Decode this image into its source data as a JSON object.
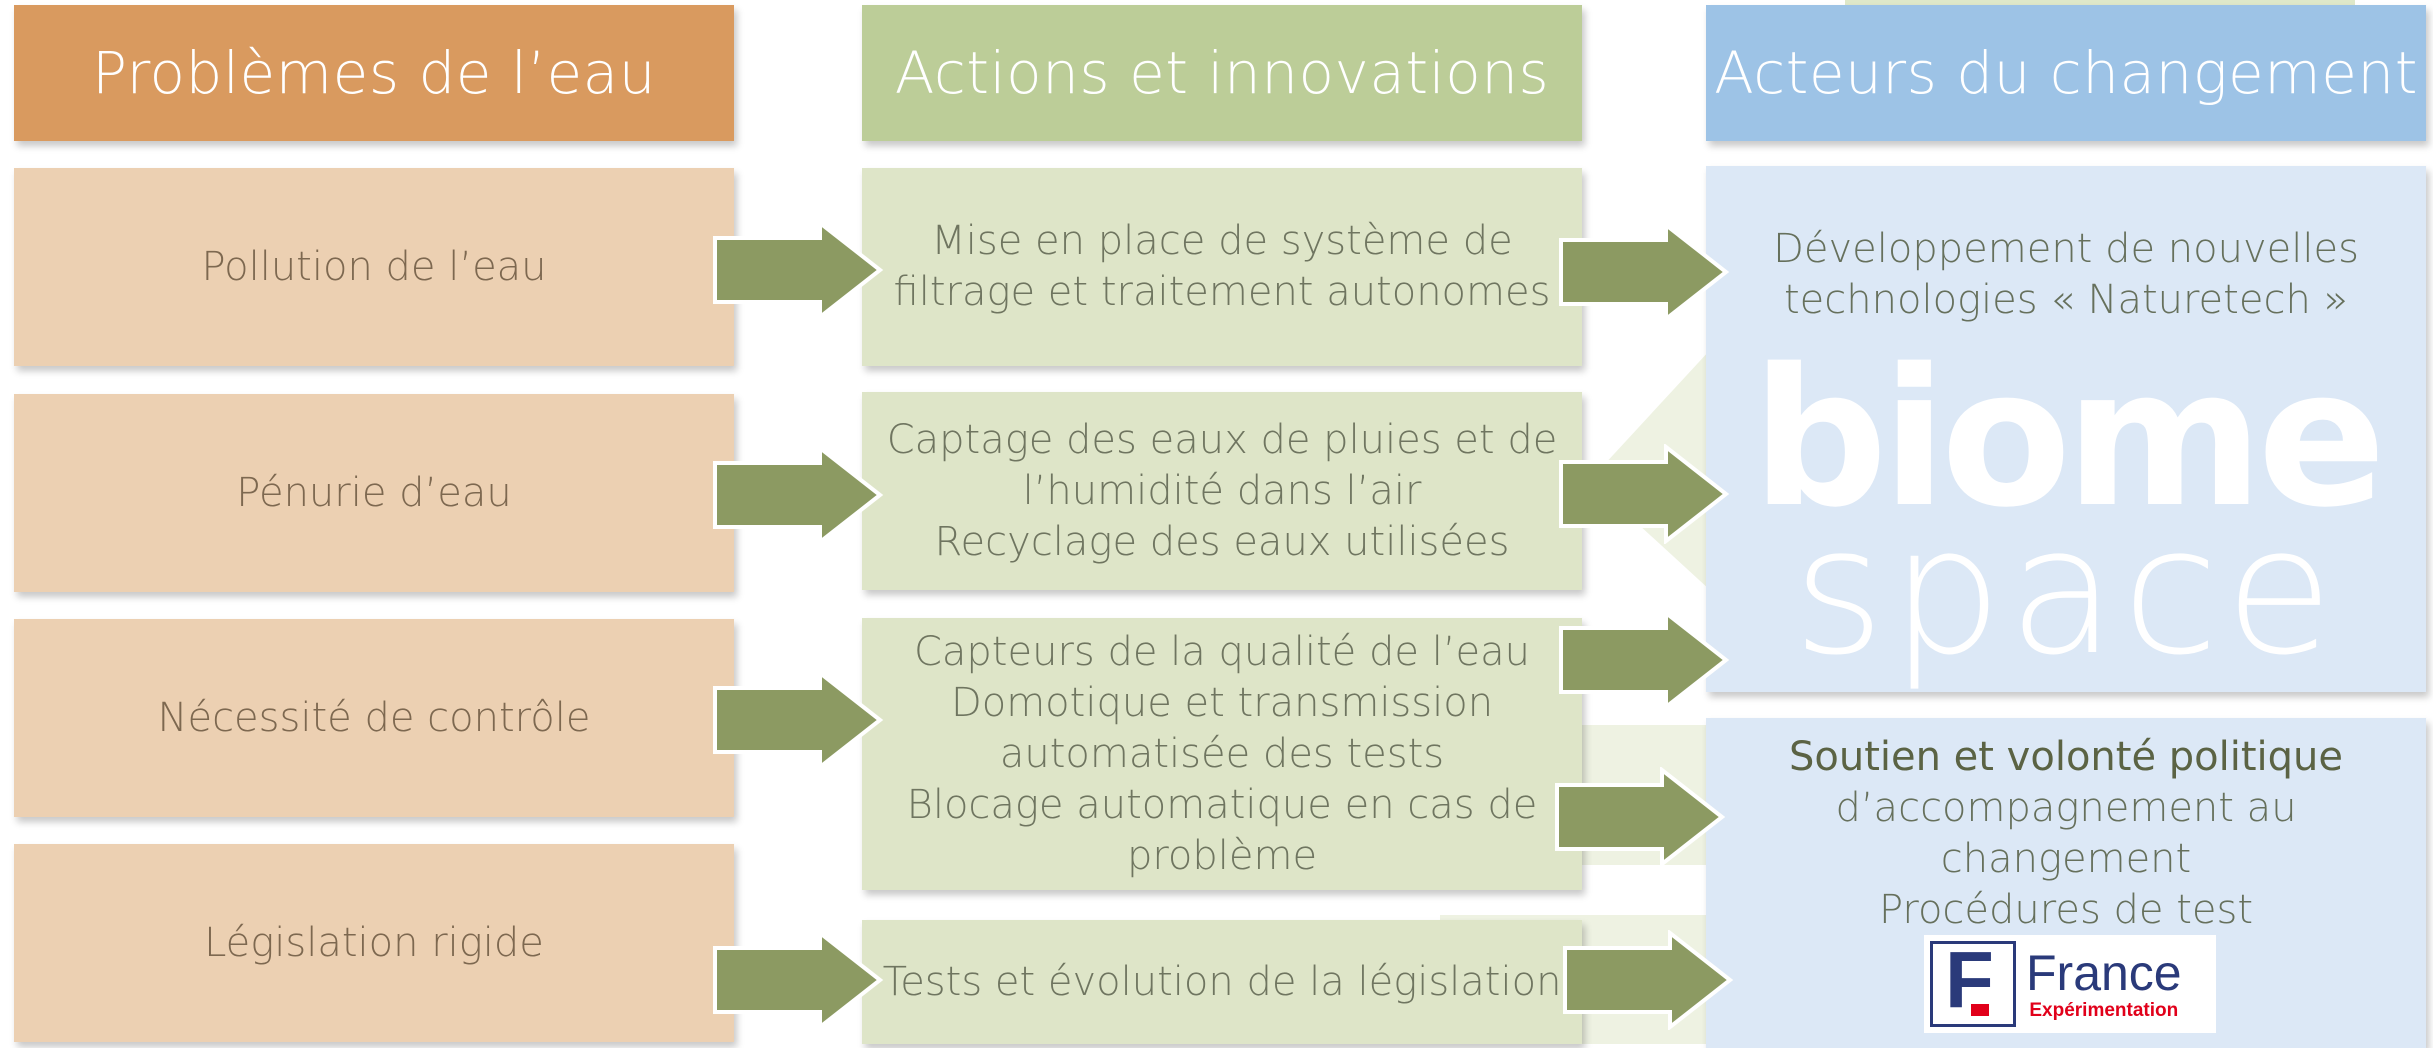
{
  "headers": {
    "problems": "Problèmes de l’eau",
    "actions": "Actions et innovations",
    "actors": "Acteurs du changement"
  },
  "problems": [
    "Pollution de l’eau",
    "Pénurie d’eau",
    "Nécessité de contrôle",
    "Législation rigide"
  ],
  "actions": [
    [
      "Mise en place de système de",
      "filtrage et traitement autonomes"
    ],
    [
      "Captage des eaux de pluies et de",
      "l’humidité dans l’air",
      "Recyclage des eaux utilisées"
    ],
    [
      "Capteurs de la qualité de l’eau",
      "Domotique et transmission",
      "automatisée des tests",
      "Blocage automatique en cas de",
      "problème"
    ],
    [
      "Tests et évolution de la législation"
    ]
  ],
  "actors": {
    "top": {
      "lines": [
        "Développement de nouvelles",
        "technologies « Naturetech »"
      ],
      "logo": {
        "line1": "biome",
        "line2": "space"
      }
    },
    "bottom": {
      "lines": [
        "Soutien et volonté politique",
        "d’accompagnement au",
        "changement",
        "Procédures de test"
      ],
      "logo": {
        "letter": "F",
        "line1": "France",
        "line2": "Expérimentation"
      }
    }
  },
  "colors": {
    "problems_header": "#d99a5f",
    "actions_header": "#bccd98",
    "actors_header": "#9dc3e6",
    "arrow": "#8c9a62"
  }
}
